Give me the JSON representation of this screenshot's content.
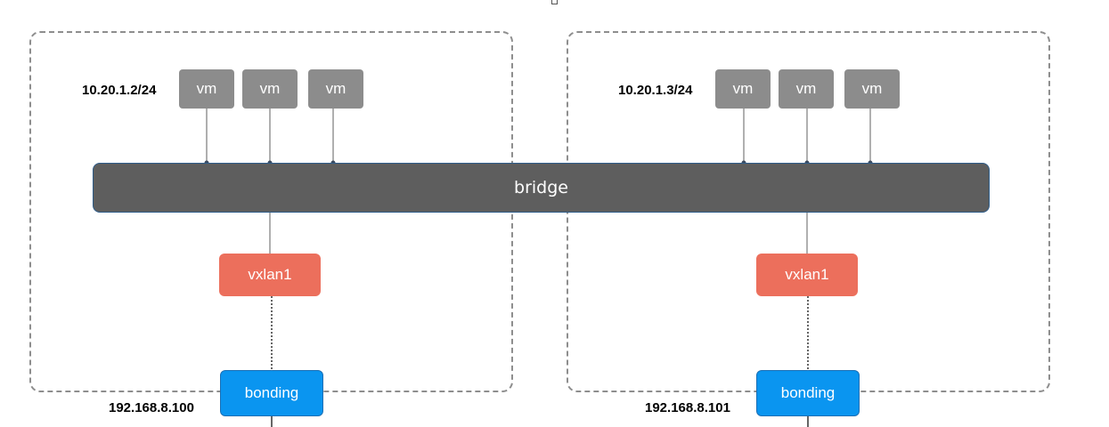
{
  "colors": {
    "host_border": "#8e8e8e",
    "vm_fill": "#8c8c8c",
    "bridge_fill": "#5e5e5e",
    "vxlan_fill": "#ec6f5c",
    "bonding_fill": "#0a95f0",
    "link_line": "#7a7a7a"
  },
  "bridge": {
    "label": "bridge"
  },
  "hosts": [
    {
      "vm_subnet": "10.20.1.2/24",
      "vms": [
        "vm",
        "vm",
        "vm"
      ],
      "vxlan_label": "vxlan1",
      "bonding_label": "bonding",
      "bonding_ip": "192.168.8.100"
    },
    {
      "vm_subnet": "10.20.1.3/24",
      "vms": [
        "vm",
        "vm",
        "vm"
      ],
      "vxlan_label": "vxlan1",
      "bonding_label": "bonding",
      "bonding_ip": "192.168.8.101"
    }
  ]
}
